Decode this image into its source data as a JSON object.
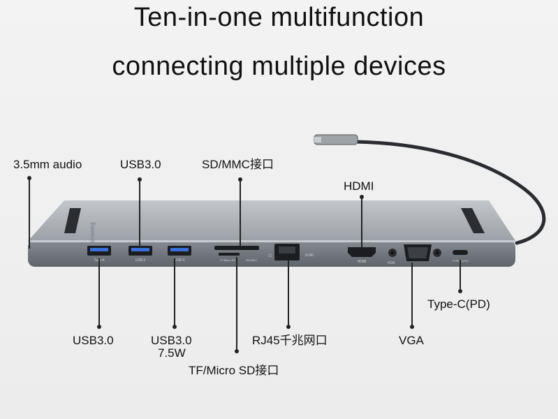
{
  "title_line1": "Ten-in-one multifunction",
  "title_line2": "connecting multiple devices",
  "labels": {
    "audio": "3.5mm audio",
    "usb_top": "USB3.0",
    "sd_mmc": "SD/MMC接口",
    "hdmi": "HDMI",
    "typec": "Type-C(PD)",
    "usb_bottom": "USB3.0",
    "usb_75_line1": "USB3.0",
    "usb_75_line2": "7.5W",
    "tf": "TF/Micro SD接口",
    "rj45": "RJ45千兆网口",
    "vga": "VGA"
  },
  "device": {
    "brand": "Baseus",
    "port_marks": {
      "usb1": "Type A",
      "usb2": "USB 3",
      "usb3": "USB 3",
      "sd": "SD/MMC",
      "tf": "TF/Micro SD",
      "rj45": "RJ45",
      "hdmi": "HDMI",
      "vga": "VGA",
      "typec": "TYPE-C(PD)"
    }
  },
  "colors": {
    "body": "#8e9399",
    "top": "#b4b8bd",
    "front": "#6f747a",
    "port": "#1b1d20",
    "usb_blue": "#3a6fd8"
  }
}
